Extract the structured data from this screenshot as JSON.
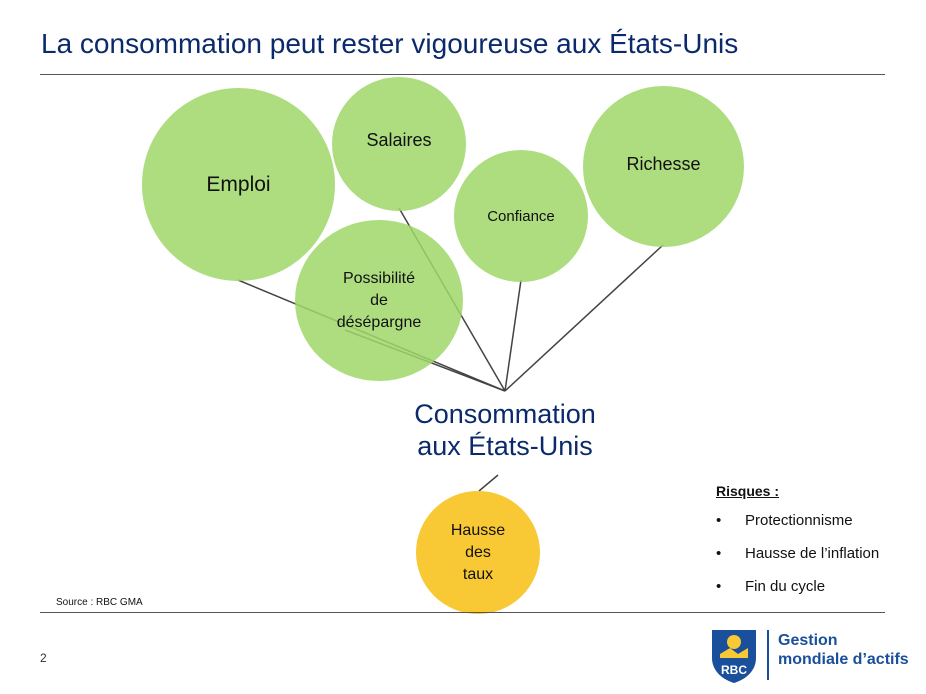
{
  "title": "La consommation peut rester vigoureuse aux États-Unis",
  "center": {
    "line1": "Consommation",
    "line2": "aux États-Unis"
  },
  "drivers": [
    {
      "label": "Emploi"
    },
    {
      "label": "Salaires"
    },
    {
      "label": "Confiance"
    },
    {
      "label": "Richesse"
    },
    {
      "line1": "Possibilité",
      "line2": "de",
      "line3": "désépargne"
    }
  ],
  "headwind": {
    "line1": "Hausse",
    "line2": "des",
    "line3": "taux"
  },
  "risks": {
    "title": "Risques :",
    "items": [
      "Protectionnisme",
      "Hausse de l’inflation",
      "Fin du cycle"
    ],
    "bullet": "•"
  },
  "source": "Source : RBC GMA",
  "page_number": "2",
  "logo": {
    "mark": "RBC",
    "line1": "Gestion",
    "line2": "mondiale d’actifs"
  },
  "colors": {
    "driver": "#a0d76a",
    "headwind": "#f9c835",
    "title": "#0b2a6b",
    "logo": "#1a4f9c"
  }
}
